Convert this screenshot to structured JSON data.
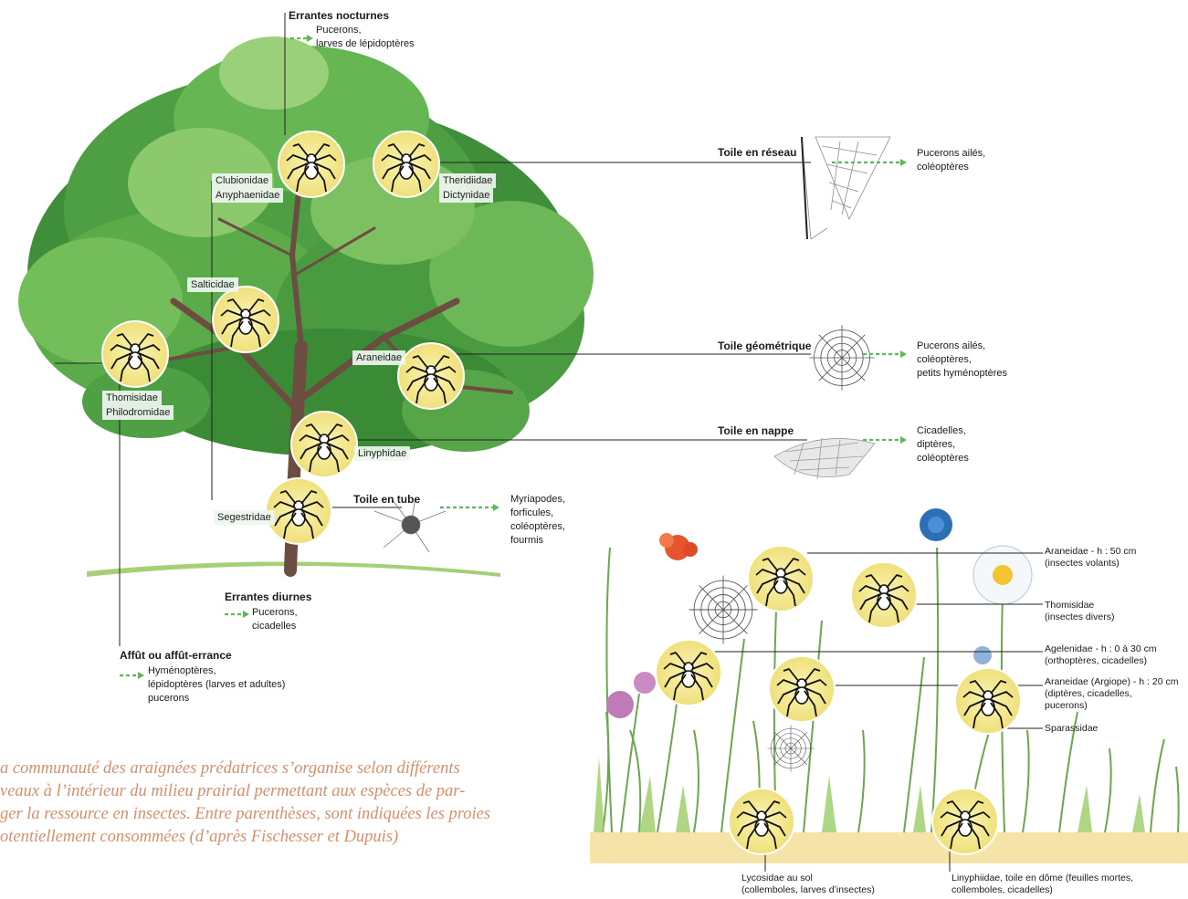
{
  "colors": {
    "leaf_dark": "#2e7d32",
    "leaf_mid": "#4caf50",
    "leaf_light": "#8bc34a",
    "trunk": "#6d4c41",
    "medallion": "#f3e88a",
    "arrow_green": "#5cb85c",
    "caption": "#d98e6a",
    "soil": "#f6e3a8"
  },
  "tree": {
    "nocturnal": {
      "title": "Errantes nocturnes",
      "prey": "Pucerons,\nlarves de lépidoptères"
    },
    "diurnal": {
      "title": "Errantes diurnes",
      "prey": "Pucerons,\ncicadelles"
    },
    "ambush": {
      "title": "Affût ou affût-errance",
      "prey": "Hyménoptères,\nlépidoptères (larves et adultes)\npucerons"
    },
    "families": {
      "clubionidae": "Clubionidae",
      "anyphaenidae": "Anyphaenidae",
      "theridiidae": "Theridiidae",
      "dictynidae": "Dictynidae",
      "salticidae": "Salticidae",
      "araneidae": "Araneidae",
      "thomisidae": "Thomisidae",
      "philodromidae": "Philodromidae",
      "linyphidae": "Linyphidae",
      "segestridae": "Segestridae"
    },
    "webs": [
      {
        "label": "Toile en réseau",
        "prey": "Pucerons ailés,\ncoléoptères"
      },
      {
        "label": "Toile géométrique",
        "prey": "Pucerons ailés,\ncoléoptères,\npetits hyménoptères"
      },
      {
        "label": "Toile en nappe",
        "prey": "Cicadelles,\ndiptères,\ncoléoptères"
      },
      {
        "label": "Toile en tube",
        "prey": "Myriapodes,\nforficules,\ncoléoptères,\nfourmis"
      }
    ]
  },
  "grassland": {
    "labels": [
      "Araneidae - h : 50 cm\n(insectes volants)",
      "Thomisidae\n(insectes divers)",
      "Agelenidae - h : 0 à 30 cm\n(orthoptères, cicadelles)",
      "Araneidae (Argiope) - h : 20 cm\n(diptères, cicadelles,\npucerons)",
      "Sparassidae"
    ],
    "ground": [
      "Lycosidae au sol\n(collemboles, larves d’insectes)",
      "Linyphiidae, toile en dôme (feuilles mortes,\ncollemboles, cicadelles)"
    ]
  },
  "caption": "a communauté des araignées prédatrices s’organise selon différents\nveaux à l’intérieur du milieu prairial permettant aux espèces de par-\nger la ressource en insectes. Entre parenthèses, sont indiquées les proies\notentiellement consommées (d’après Fischesser et Dupuis)"
}
